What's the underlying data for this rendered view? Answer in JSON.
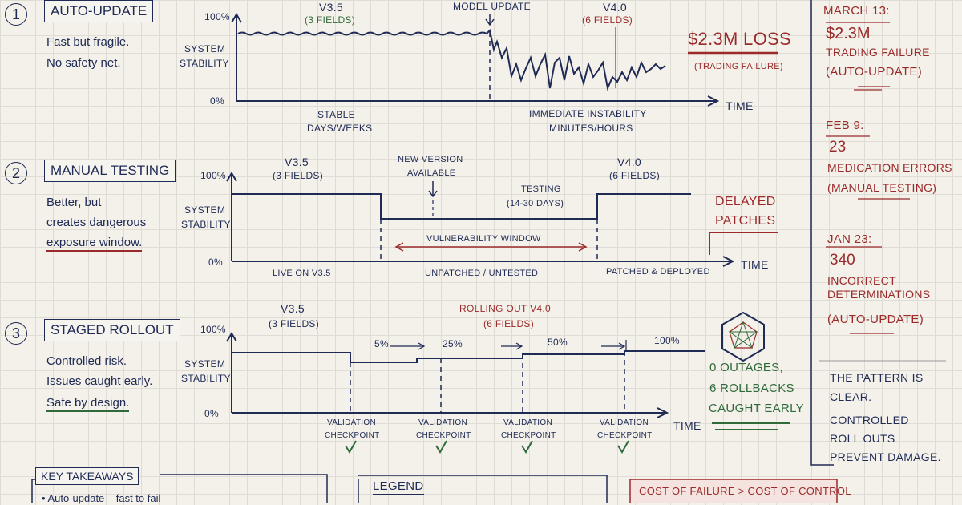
{
  "section1": {
    "number": "1",
    "title": "AUTO-UPDATE",
    "desc": [
      "Fast but fragile.",
      "No safety net."
    ],
    "axis": {
      "top": "100%",
      "bottom": "0%",
      "ylabel": [
        "SYSTEM",
        "STABILITY"
      ],
      "xlabel": "TIME"
    },
    "v_old": "v3.5",
    "v_old_fields": "(3 FIELDS)",
    "event": "MODEL UPDATE",
    "v_new": "v4.0",
    "v_new_fields": "(6 FIELDS)",
    "loss": "$2.3M LOSS",
    "loss_note": "(TRADING FAILURE)",
    "phase1": [
      "STABLE",
      "DAYS/WEEKS"
    ],
    "phase2": [
      "IMMEDIATE INSTABILITY",
      "MINUTES/HOURS"
    ]
  },
  "section2": {
    "number": "2",
    "title": "MANUAL TESTING",
    "desc": [
      "Better, but",
      "creates dangerous",
      "exposure window."
    ],
    "axis": {
      "top": "100%",
      "bottom": "0%",
      "ylabel": [
        "SYSTEM",
        "STABILITY"
      ],
      "xlabel": "TIME"
    },
    "v_old": "v3.5",
    "v_old_fields": "(3 FIELDS)",
    "event": [
      "NEW VERSION",
      "AVAILABLE"
    ],
    "testing": [
      "TESTING",
      "(14-30 DAYS)"
    ],
    "window": "VULNERABILITY WINDOW",
    "v_new": "v4.0",
    "v_new_fields": "(6 FIELDS)",
    "note": [
      "DELAYED",
      "PATCHES"
    ],
    "phases": [
      "LIVE ON v3.5",
      "UNPATCHED / UNTESTED",
      "PATCHED & DEPLOYED"
    ]
  },
  "section3": {
    "number": "3",
    "title": "STAGED ROLLOUT",
    "desc": [
      "Controlled risk.",
      "Issues caught early.",
      "Safe by design."
    ],
    "axis": {
      "top": "100%",
      "bottom": "0%",
      "ylabel": [
        "SYSTEM",
        "STABILITY"
      ],
      "xlabel": "TIME"
    },
    "v_old": "v3.5",
    "v_old_fields": "(3 FIELDS)",
    "rolling": "ROLLING OUT v4.0",
    "rolling_fields": "(6 FIELDS)",
    "stages": [
      "5%",
      "25%",
      "50%",
      "100%"
    ],
    "checkpoint": [
      "VALIDATION",
      "CHECKPOINT"
    ],
    "result": [
      "0 OUTAGES,",
      "6 ROLLBACKS",
      "CAUGHT EARLY"
    ]
  },
  "incidents": [
    {
      "date": "MARCH 13:",
      "value": "$2.3M",
      "what": "TRADING FAILURE",
      "how": "(AUTO-UPDATE)"
    },
    {
      "date": "FEB 9:",
      "value": "23",
      "what": "MEDICATION ERRORS",
      "how": "(MANUAL TESTING)"
    },
    {
      "date": "JAN 23:",
      "value": "340",
      "what": "INCORRECT DETERMINATIONS",
      "how": "(AUTO-UPDATE)"
    }
  ],
  "pattern": [
    "THE PATTERN IS",
    "CLEAR."
  ],
  "conclusion": [
    "CONTROLLED",
    "ROLL OUTS",
    "PREVENT DAMAGE."
  ],
  "bottom": {
    "takeaways": "KEY TAKEAWAYS",
    "takeaway1": "• Auto-update – fast to fail",
    "legend": "LEGEND",
    "cost": "COST OF FAILURE > COST OF CONTROL"
  },
  "colors": {
    "ink": "#1f2a55",
    "green": "#2f6b3a",
    "red": "#9b2a2a"
  }
}
